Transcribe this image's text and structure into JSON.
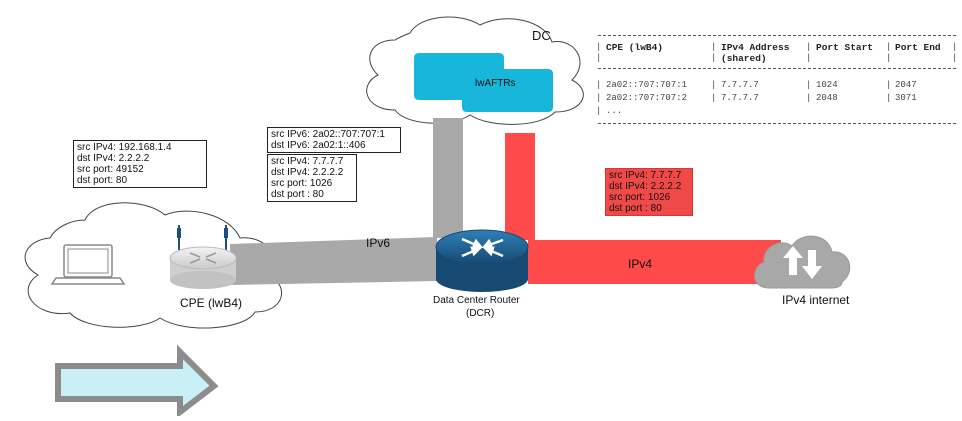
{
  "labels": {
    "dc": "DC",
    "lwaftrs": "lwAFTRs",
    "ipv6_link": "IPv6",
    "ipv4_link": "IPv4",
    "cpe": "CPE (lwB4)",
    "router_line1": "Data Center Router",
    "router_line2": "(DCR)",
    "internet": "IPv4 internet"
  },
  "cpe_packet": [
    "src IPv4: 192.168.1.4",
    "dst IPv4: 2.2.2.2",
    "src port: 49152",
    "dst port: 80"
  ],
  "encap_packet": {
    "outer": [
      "src IPv6: 2a02::707:707:1",
      "dst IPv6: 2a02:1::406"
    ],
    "inner": [
      "src IPv4: 7.7.7.7",
      "dst IPv4: 2.2.2.2",
      "src port: 1026",
      "dst port : 80"
    ]
  },
  "nat_packet": [
    "src IPv4: 7.7.7.7",
    "dst IPv4: 2.2.2.2",
    "src port: 1026",
    "dst port : 80"
  ],
  "binding_table": {
    "headers": [
      "CPE (lwB4)",
      "IPv4 Address\n(shared)",
      "Port Start",
      "Port End"
    ],
    "rows": [
      [
        "2a02::707:707:1",
        "7.7.7.7",
        "1024",
        "2047"
      ],
      [
        "2a02::707:707:2",
        "7.7.7.7",
        "2048",
        "3071"
      ],
      [
        "...",
        "",
        "",
        ""
      ]
    ]
  },
  "colors": {
    "ipv6_path": "#a9a9a9",
    "ipv4_path": "#ff4a4a",
    "lwaftr": "#19b6db",
    "router": "#1e5d8c",
    "arrow_fill": "#c8f0f6",
    "arrow_border": "#8c8c8c"
  }
}
